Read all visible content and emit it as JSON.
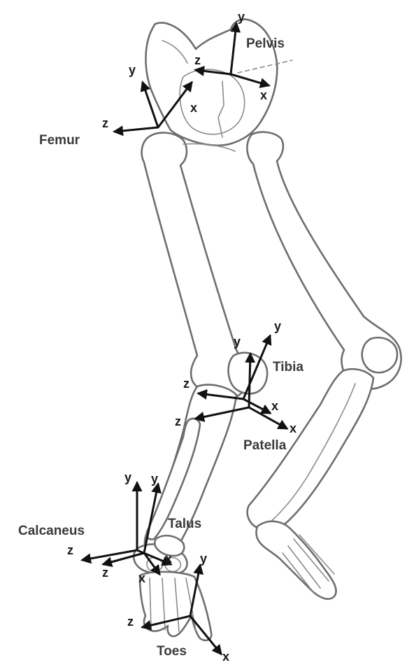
{
  "segments": [
    {
      "id": "pelvis",
      "label": "Pelvis"
    },
    {
      "id": "femur",
      "label": "Femur"
    },
    {
      "id": "tibia",
      "label": "Tibia"
    },
    {
      "id": "patella",
      "label": "Patella"
    },
    {
      "id": "calcaneus",
      "label": "Calcaneus"
    },
    {
      "id": "talus",
      "label": "Talus"
    },
    {
      "id": "toes",
      "label": "Toes"
    }
  ],
  "axes": {
    "x": "x",
    "y": "y",
    "z": "z"
  },
  "colors": {
    "bone_outline": "#6e6e6e",
    "axes": "#111111",
    "label": "#3a3a3a"
  }
}
